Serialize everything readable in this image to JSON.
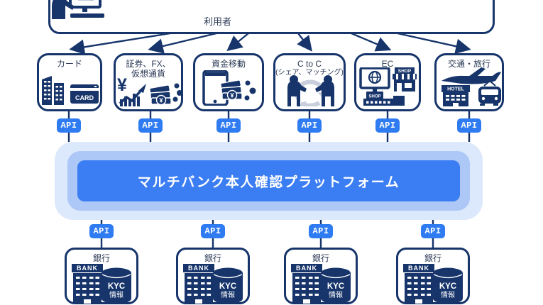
{
  "header": {
    "user_label": "利用者"
  },
  "api": {
    "label": "API"
  },
  "services": {
    "card": {
      "line1": "カード",
      "card_text": "CARD"
    },
    "securities": {
      "line1": "証券、FX、",
      "line2": "仮想通貨",
      "yen": "¥"
    },
    "funds": {
      "line1": "資金移動",
      "yen": "¥"
    },
    "ctoc": {
      "line1": "C to C",
      "line2": "(シェア、マッチング)"
    },
    "ec": {
      "line1": "EC",
      "shop": "SHOP"
    },
    "travel": {
      "line1": "交通・旅行",
      "hotel": "HOTEL"
    }
  },
  "platform": {
    "title": "マルチバンク本人確認プラットフォーム"
  },
  "bank": {
    "label": "銀行",
    "sign": "BANK",
    "kyc_line1": "KYC",
    "kyc_line2": "情報"
  },
  "colors": {
    "navy": "#17356b",
    "accent_blue": "#2f7bf1",
    "platform_outer": "#dce8fb",
    "platform_mid": "#adc7f6",
    "platform_inner": "#3b7df2",
    "icon_gray": "#c8cedb",
    "label_color": "#2b3a55"
  }
}
